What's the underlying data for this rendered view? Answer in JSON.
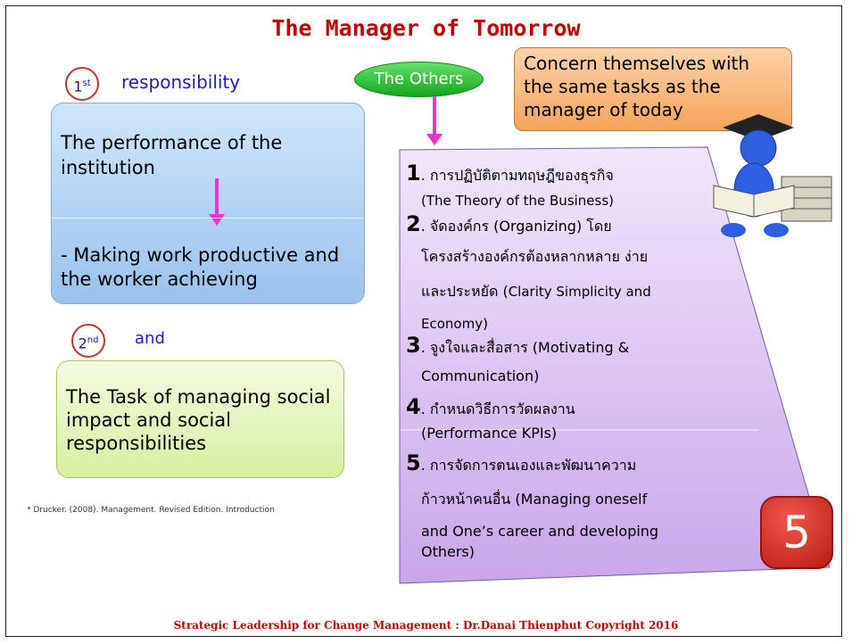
{
  "title": "The Manager of Tomorrow",
  "first": {
    "num": "1",
    "sup": "st",
    "label": "responsibility"
  },
  "box1": {
    "text1": "The performance of the institution",
    "text2": "- Making work productive and the worker achieving"
  },
  "second": {
    "num": "2",
    "sup": "nd",
    "label": "and"
  },
  "box2": {
    "text": "The Task of managing social impact and social responsibilities"
  },
  "others_label": "The Others",
  "concern": "Concern themselves with the same tasks as the manager of today",
  "items": [
    {
      "num": "1",
      "text": "การปฏิบัติตามทฤษฎีของธุรกิจ",
      "sub": "(The Theory of the Business)"
    },
    {
      "num": "2",
      "text": "จัดองค์กร (Organizing) โดย",
      "line2": "โครงสร้างองค์กรต้องหลากหลาย ง่าย",
      "line3a": "และประหยัด (",
      "line3b": "Clarity Simplicity and",
      "line4": "Economy)"
    },
    {
      "num": "3",
      "text": "จูงใจและสื่อสาร (Motivating &",
      "line2": "Communication)"
    },
    {
      "num": "4",
      "text": "กำหนดวิธีการวัดผลงาน",
      "line2": "(Performance KPIs)"
    },
    {
      "num": "5",
      "text": "การจัดการตนเองและพัฒนาความ",
      "line2": "ก้าวหน้าคนอื่น (Managing oneself",
      "line3": "and One’s career and developing",
      "line4": "Others)"
    }
  ],
  "badge": "5",
  "footnote": "* Drucker. (2008). Management. Revised Edition.  Introduction",
  "footer": "Strategic  Leadership for Change Management  : Dr.Danai  Thienphut  Copyright  2016",
  "colors": {
    "title": "#c00000",
    "accent_pink": "#ee33cc",
    "purple_panel": "#d9b9f0"
  }
}
